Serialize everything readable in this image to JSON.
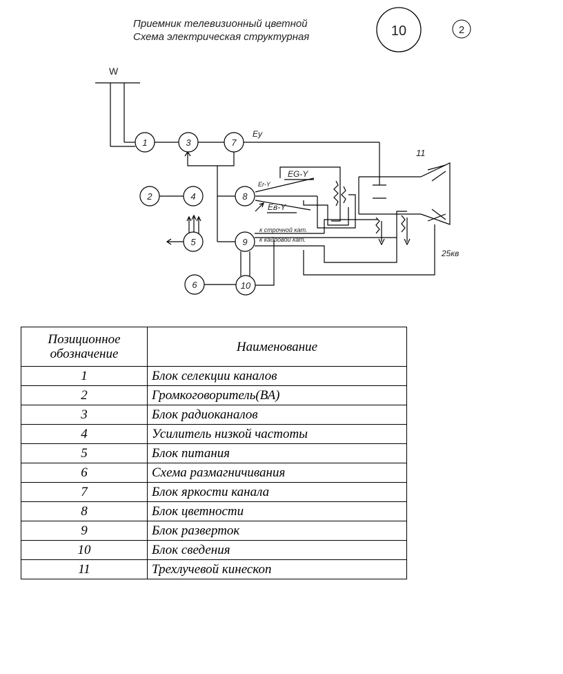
{
  "header": {
    "title_line1": "Приемник телевизионный цветной",
    "title_line2": "Схема электрическая структурная",
    "sheet_number": "10",
    "page_number": "2"
  },
  "diagram": {
    "antenna_label": "W",
    "blocks": [
      "1",
      "2",
      "3",
      "4",
      "5",
      "6",
      "7",
      "8",
      "9",
      "10"
    ],
    "kinescope_label": "11",
    "signals": {
      "ey": "Ey",
      "eg_y": "EG-Y",
      "er_y": "Er-Y",
      "eb_y": "Eв-Y",
      "line": "к строчной кат.",
      "frame": "к кадровой кат.",
      "hv": "25кв"
    }
  },
  "legend": {
    "headers": [
      "Позиционное обозначение",
      "Наименование"
    ],
    "rows": [
      [
        "1",
        "Блок селекции каналов"
      ],
      [
        "2",
        "Громкоговоритель(ВА)"
      ],
      [
        "3",
        "Блок радиоканалов"
      ],
      [
        "4",
        "Усилитель низкой частоты"
      ],
      [
        "5",
        "Блок питания"
      ],
      [
        "6",
        "Схема размагничивания"
      ],
      [
        "7",
        "Блок яркости канала"
      ],
      [
        "8",
        "Блок цветности"
      ],
      [
        "9",
        "Блок разверток"
      ],
      [
        "10",
        "Блок сведения"
      ],
      [
        "11",
        "Трехлучевой кинескоп"
      ]
    ]
  }
}
